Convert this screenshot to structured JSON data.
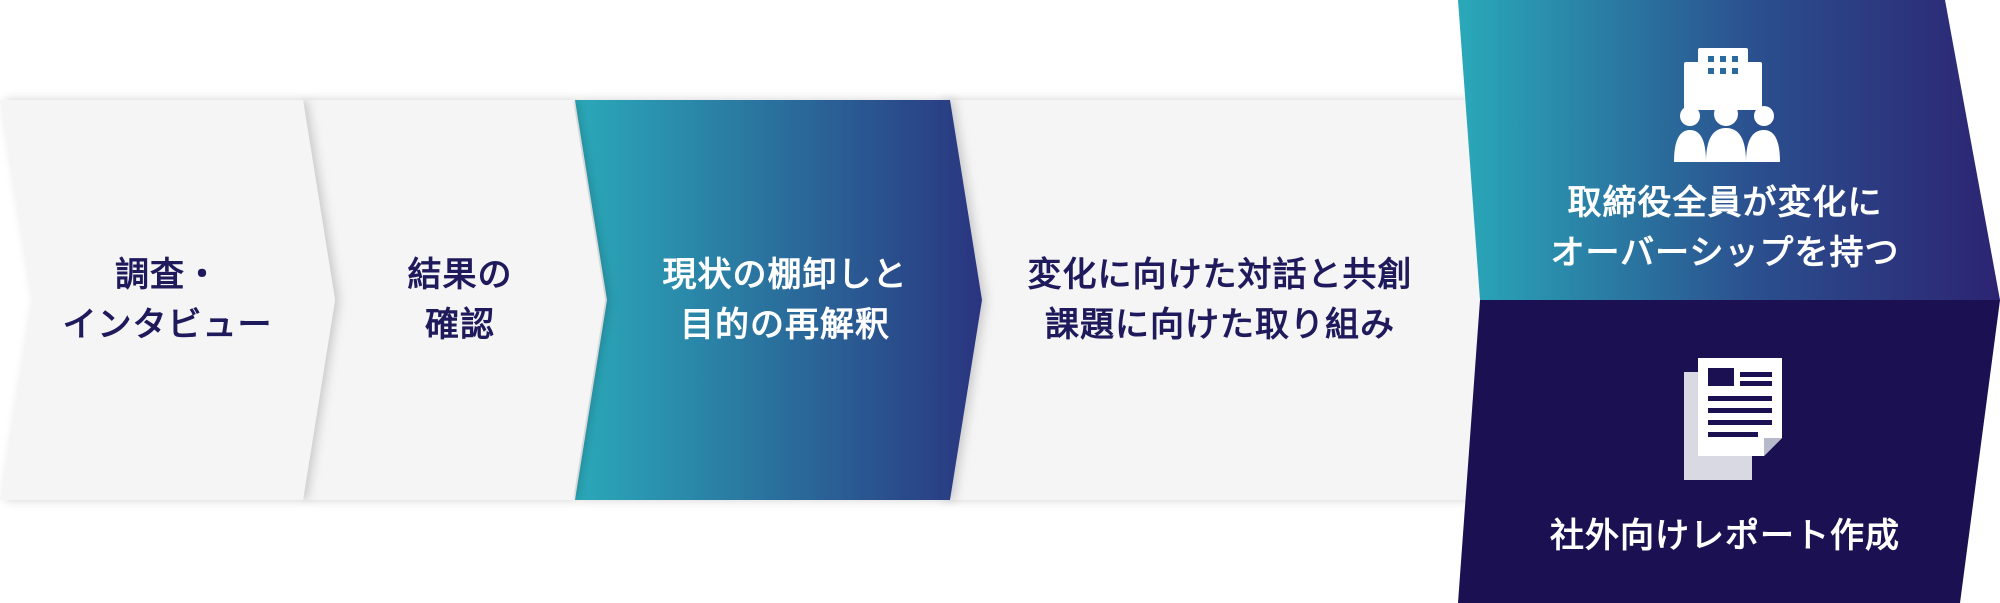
{
  "steps": [
    {
      "line1": "調査・",
      "line2": "インタビュー"
    },
    {
      "line1": "結果の",
      "line2": "確認"
    },
    {
      "line1": "現状の棚卸しと",
      "line2": "目的の再解釈"
    },
    {
      "line1": "変化に向けた対話と共創",
      "line2": "課題に向けた取り組み"
    }
  ],
  "outcomes": {
    "top": {
      "line1": "取締役全員が変化に",
      "line2": "オーバーシップを持つ",
      "icon": "office-team-icon"
    },
    "bottom": {
      "line1": "社外向けレポート作成",
      "icon": "report-document-icon"
    }
  },
  "colors": {
    "chevron_light": "#f5f5f6",
    "gradient_start": "#29a9b9",
    "gradient_end": "#2c3580",
    "outcome_top_end": "#2c2472",
    "outcome_bottom": "#1b1052",
    "text_dark": "#1e1a5c"
  }
}
